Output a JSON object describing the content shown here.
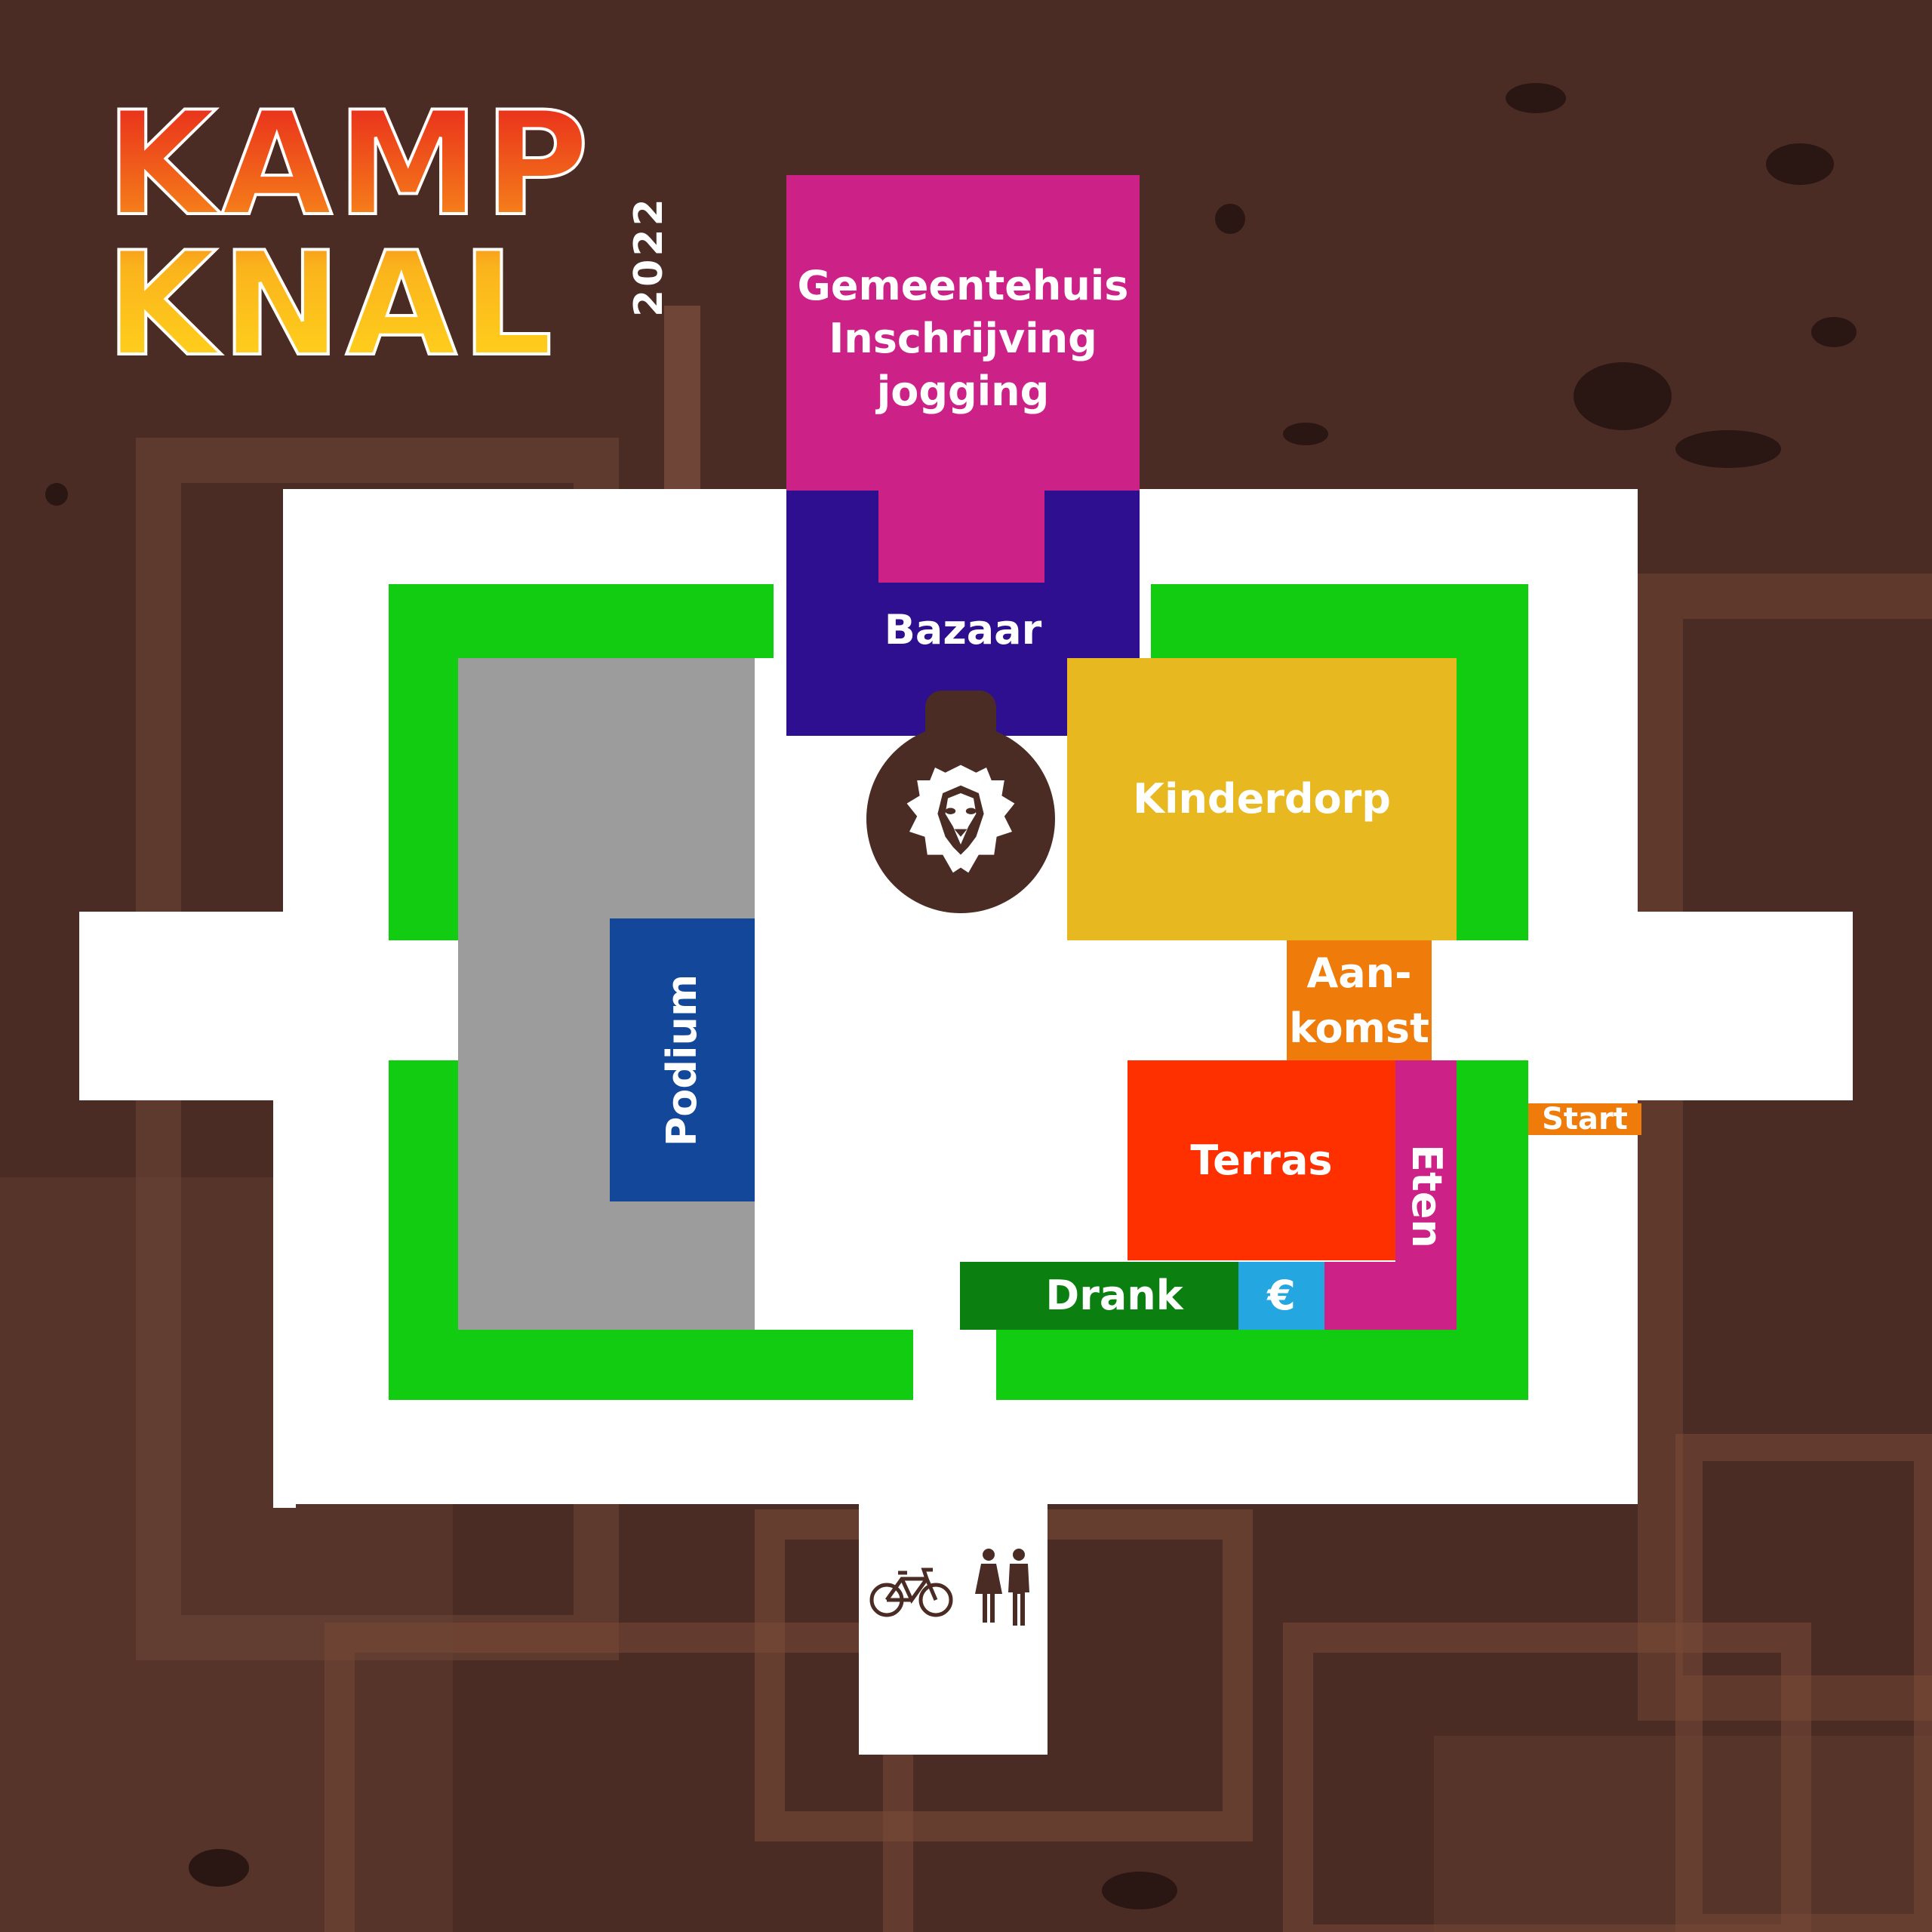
{
  "logo": {
    "title_line1": "KAMP",
    "title_line2": "KNAL",
    "year": "2022"
  },
  "colors": {
    "background": "#4a2c24",
    "path": "#ffffff",
    "grass": "#12cc12",
    "gemeentehuis": "#cc2288",
    "bazaar": "#2e0f8f",
    "kinderdorp": "#e8b820",
    "podium": "#12479a",
    "stage_area": "#9c9c9c",
    "aankomst": "#ee7b0a",
    "start": "#ee7b0a",
    "terras": "#ff3000",
    "eten": "#cc2288",
    "drank": "#0b8010",
    "euro": "#24a7e0",
    "landmark": "#4a2c24"
  },
  "zones": {
    "gemeentehuis": {
      "lines": [
        "Gemeentehuis",
        "Inschrijving",
        "jogging"
      ]
    },
    "bazaar": "Bazaar",
    "kinderdorp": "Kinderdorp",
    "podium": "Podium",
    "aankomst": {
      "lines": [
        "Aan-",
        "komst"
      ]
    },
    "start": "Start",
    "terras": "Terras",
    "eten": "Eten",
    "drank": "Drank",
    "euro": "€"
  },
  "icons": {
    "landmark": "lion-icon",
    "bike": "bicycle-icon",
    "toilets": "toilets-icon"
  }
}
